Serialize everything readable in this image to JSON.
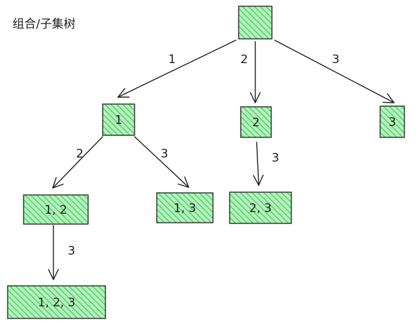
{
  "title": "组合/子集树",
  "colors": {
    "node_fill": "#b2f2bb",
    "hatch": "#40c057",
    "stroke": "#1e1e1e"
  },
  "tree": {
    "nodes": [
      {
        "id": "root",
        "label": ""
      },
      {
        "id": "n1",
        "label": "1"
      },
      {
        "id": "n2",
        "label": "2"
      },
      {
        "id": "n3",
        "label": "3"
      },
      {
        "id": "n12",
        "label": "1, 2"
      },
      {
        "id": "n13",
        "label": "1, 3"
      },
      {
        "id": "n23",
        "label": "2, 3"
      },
      {
        "id": "n123",
        "label": "1, 2, 3"
      }
    ],
    "edges": [
      {
        "from": "root",
        "to": "n1",
        "label": "1"
      },
      {
        "from": "root",
        "to": "n2",
        "label": "2"
      },
      {
        "from": "root",
        "to": "n3",
        "label": "3"
      },
      {
        "from": "n1",
        "to": "n12",
        "label": "2"
      },
      {
        "from": "n1",
        "to": "n13",
        "label": "3"
      },
      {
        "from": "n2",
        "to": "n23",
        "label": "3"
      },
      {
        "from": "n12",
        "to": "n123",
        "label": "3"
      }
    ]
  }
}
